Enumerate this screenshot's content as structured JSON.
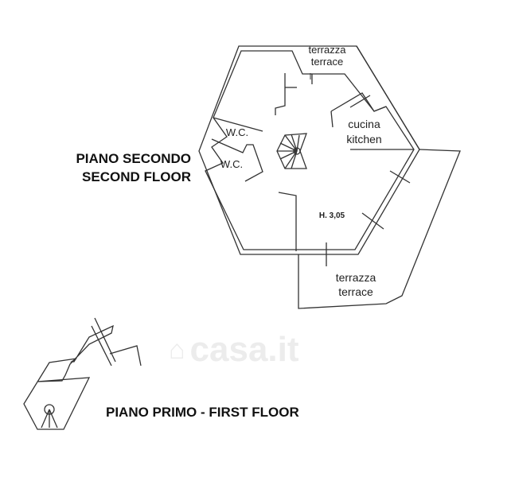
{
  "second_floor": {
    "title_it": "PIANO SECONDO",
    "title_en": "SECOND FLOOR",
    "rooms": {
      "terrace_top_it": "terrazza",
      "terrace_top_en": "terrace",
      "kitchen_it": "cucina",
      "kitchen_en": "kitchen",
      "wc1": "W.C.",
      "wc2": "W.C.",
      "height": "H. 3,05",
      "terrace_bottom_it": "terrazza",
      "terrace_bottom_en": "terrace"
    }
  },
  "first_floor": {
    "title": "PIANO PRIMO - FIRST FLOOR"
  },
  "watermark": "casa.it"
}
